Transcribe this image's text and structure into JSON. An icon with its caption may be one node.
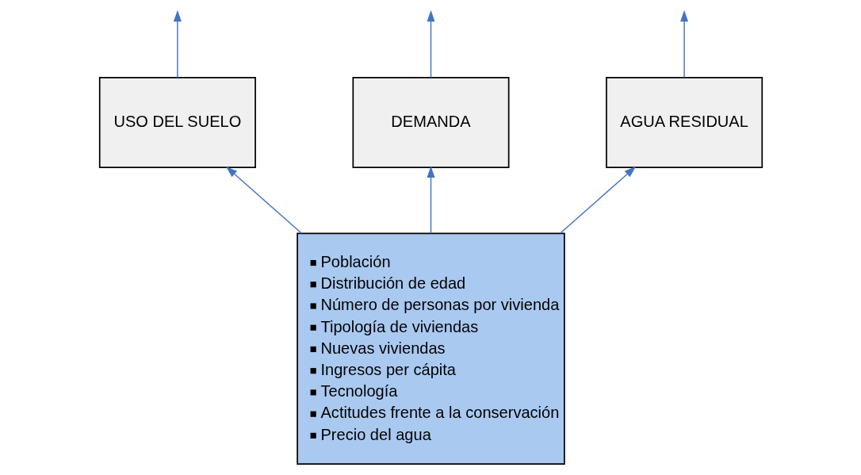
{
  "diagram": {
    "nodes": [
      {
        "text": [
          "USO DEL SUELO"
        ]
      },
      {
        "text": [
          "Población",
          "Distribución de edad",
          "Número de personas por vivienda",
          "Tipología de viviendas",
          "Nuevas viviendas",
          "Ingresos per cápita",
          "Tecnología",
          "Actitudes frente a la conservación",
          "Precio del agua"
        ]
      },
      {
        "text": [
          "DEMANDA"
        ]
      },
      {
        "text": [
          "AGUA RESIDUAL"
        ]
      }
    ],
    "edges": [
      {
        "from": 1,
        "to": 0,
        "arrow": "to"
      },
      {
        "from": 0,
        "to": null,
        "arrow": "to"
      },
      {
        "from": 1,
        "to": 2,
        "arrow": "to"
      },
      {
        "from": 2,
        "to": null,
        "arrow": "to"
      },
      {
        "from": 3,
        "to": null,
        "arrow": "to"
      },
      {
        "from": 1,
        "to": 3,
        "arrow": "to"
      }
    ]
  }
}
